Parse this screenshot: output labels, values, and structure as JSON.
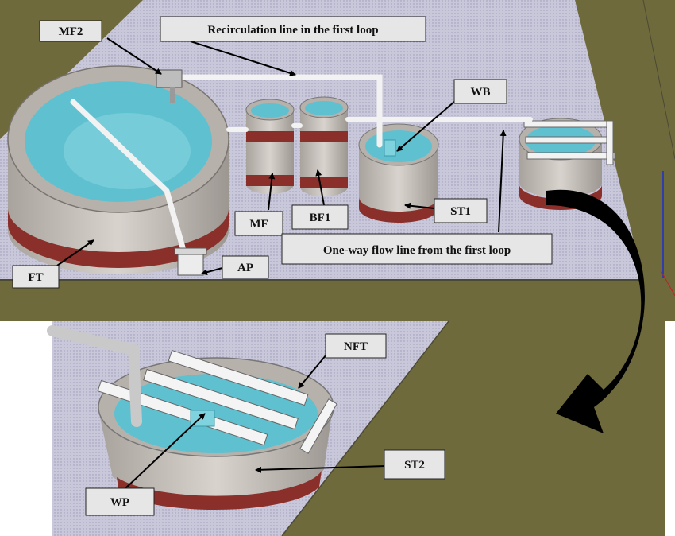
{
  "labels": {
    "mf2": "MF2",
    "recirculation": "Recirculation line in the first loop",
    "wb": "WB",
    "ft": "FT",
    "ap": "AP",
    "mf": "MF",
    "bf1": "BF1",
    "st1": "ST1",
    "one_way": "One-way flow line from the first loop",
    "nft": "NFT",
    "st2": "ST2",
    "wp": "WP"
  },
  "colors": {
    "ground": "#6e6a3c",
    "floor": "#c8c6d8",
    "tank_wall": "#c9c2bd",
    "tank_band": "#8a2f2a",
    "water": "#5fc0d0",
    "pipe": "#f2f2f2",
    "label_box": "#e6e6e6",
    "arrow": "#000000"
  }
}
